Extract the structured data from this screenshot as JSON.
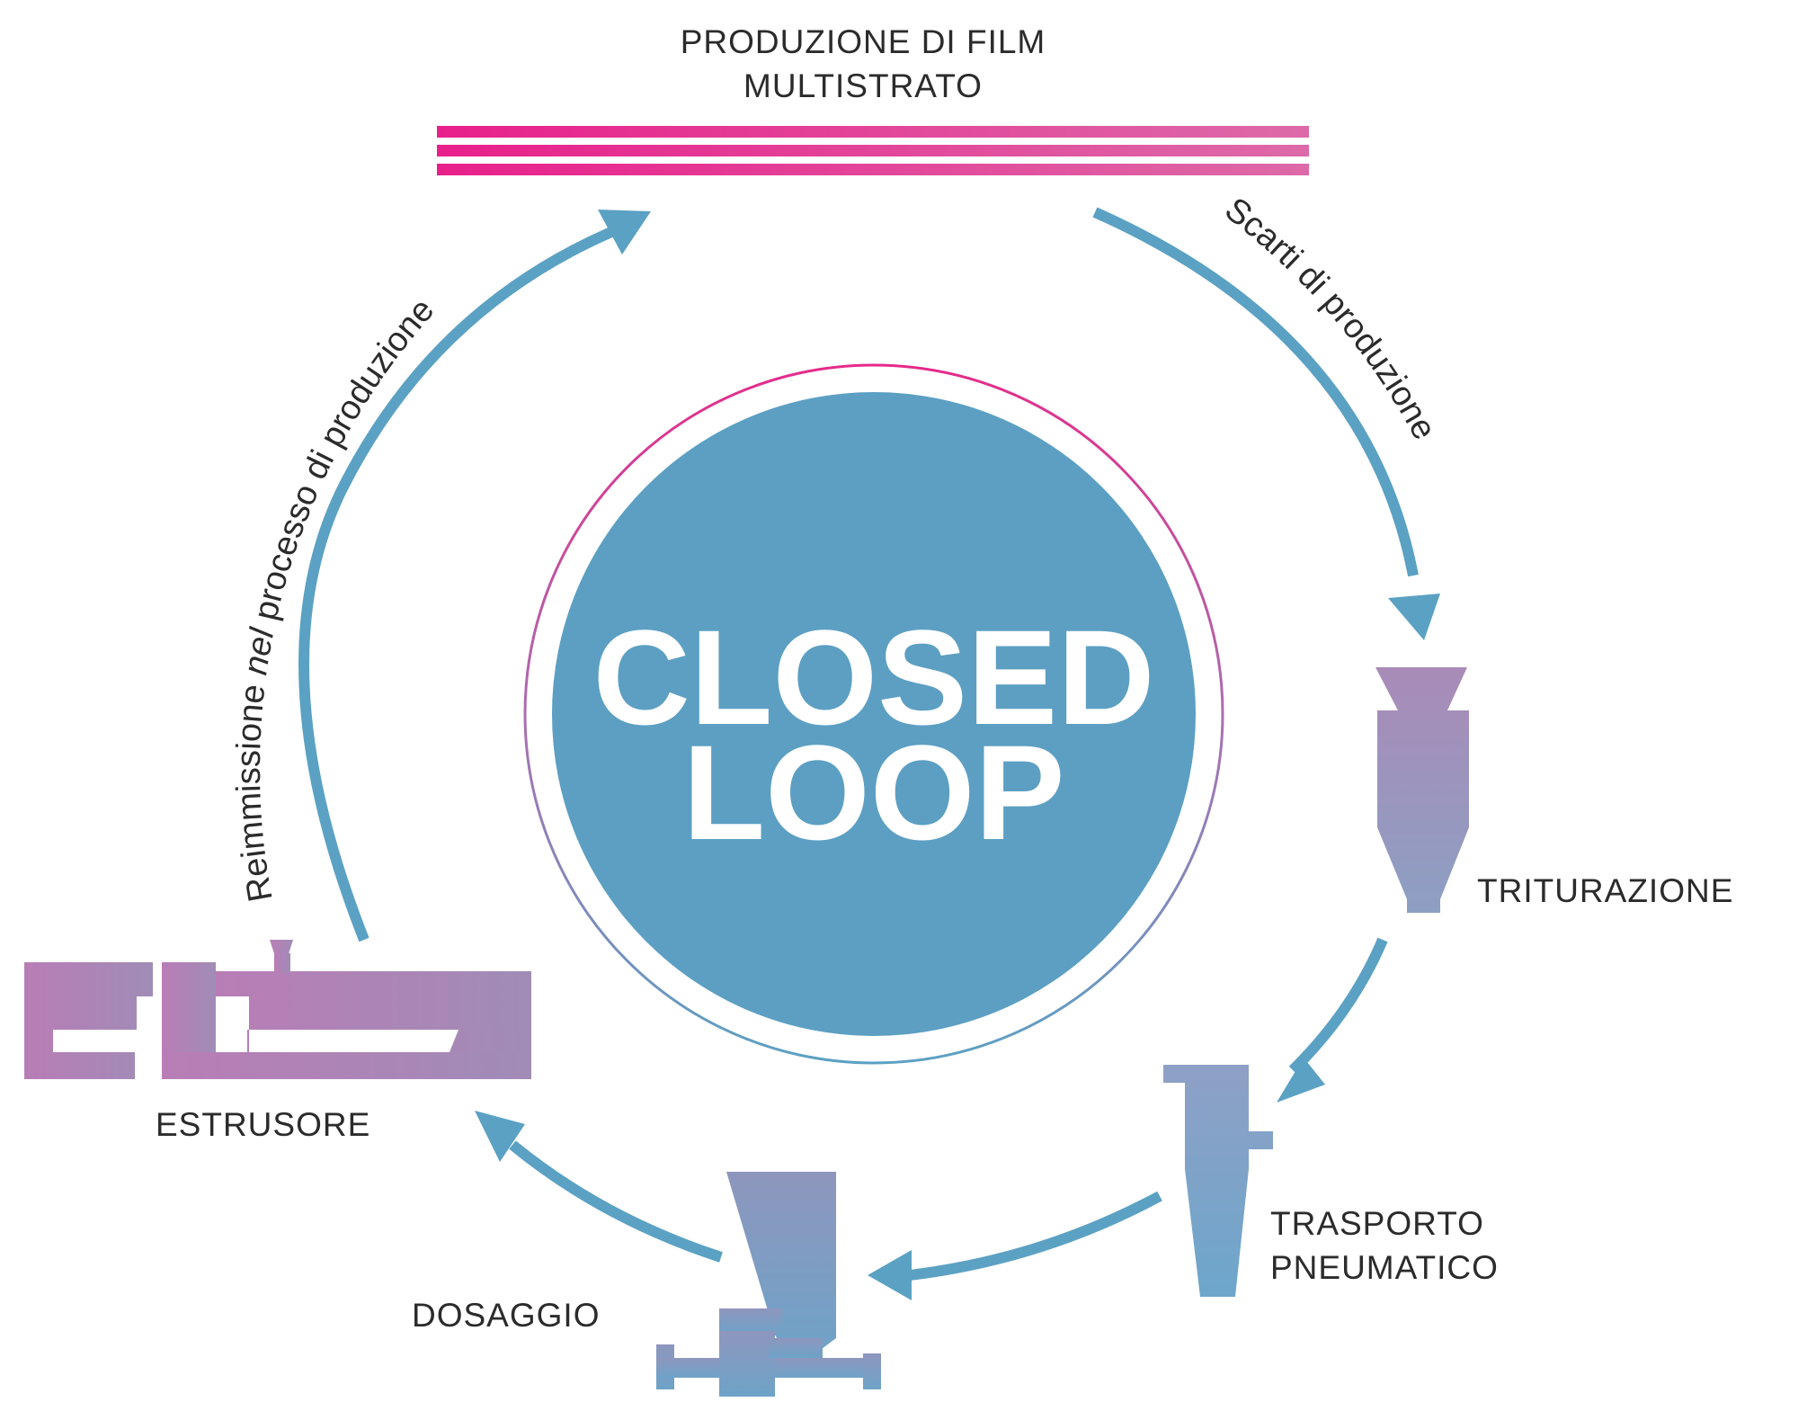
{
  "title": {
    "line1": "PRODUZIONE DI FILM",
    "line2": "MULTISTRATO"
  },
  "center": {
    "line1": "CLOSED",
    "line2": "LOOP"
  },
  "flow_labels": {
    "scarti": "Scarti di produzione",
    "reimmissione_a": "Reimmissione ",
    "reimmissione_b": "nel",
    "reimmissione_c": " processo di produzione"
  },
  "steps": {
    "triturazione": "TRITURAZIONE",
    "trasporto_1": "TRASPORTO",
    "trasporto_2": "PNEUMATICO",
    "dosaggio": "DOSAGGIO",
    "estrusore": "ESTRUSORE"
  },
  "colors": {
    "arrow": "#5ba1c3",
    "circle": "#5c9fc3",
    "magenta": "#e8208b",
    "purple": "#b37ab3",
    "mauve": "#a48ab4",
    "steel": "#7aa0c4",
    "text": "#2b2b2b"
  }
}
